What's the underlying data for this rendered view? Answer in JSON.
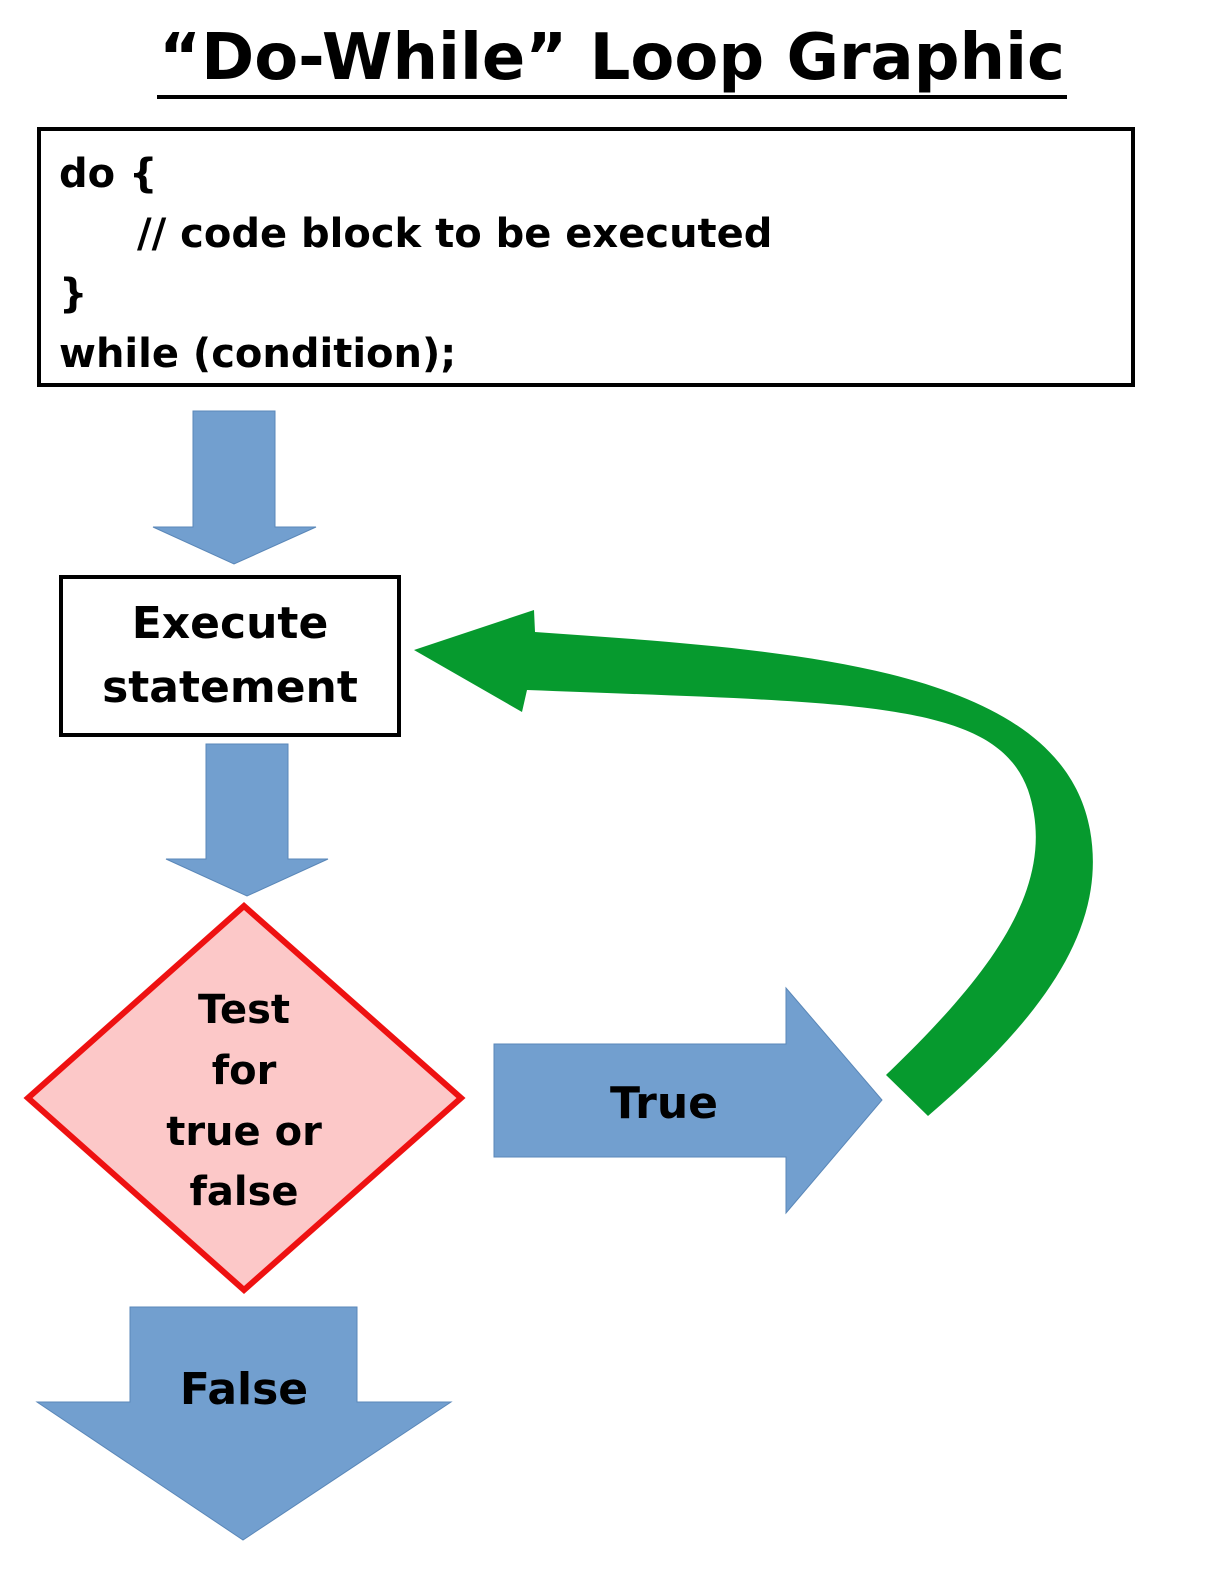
{
  "title": "“Do-While” Loop Graphic",
  "code_block": {
    "line1": "do {",
    "line2": "// code block to be executed",
    "line3": "}",
    "line4": "while (condition);"
  },
  "execute_box": {
    "line1": "Execute",
    "line2": "statement"
  },
  "decision": {
    "line1": "Test",
    "line2": "for",
    "line3": "true or",
    "line4": "false"
  },
  "true_label": "True",
  "false_label": "False",
  "colors": {
    "arrow_blue": "#729fcf",
    "arrow_blue_stroke": "#5a87b8",
    "loop_green": "#069a2e",
    "decision_fill": "#fcc8c8",
    "decision_border": "#ee1111",
    "box_border": "#000000"
  },
  "icons": {
    "down_arrow": "down-arrow-icon",
    "right_arrow": "right-arrow-icon",
    "loop_arrow": "curved-loop-arrow-icon"
  }
}
